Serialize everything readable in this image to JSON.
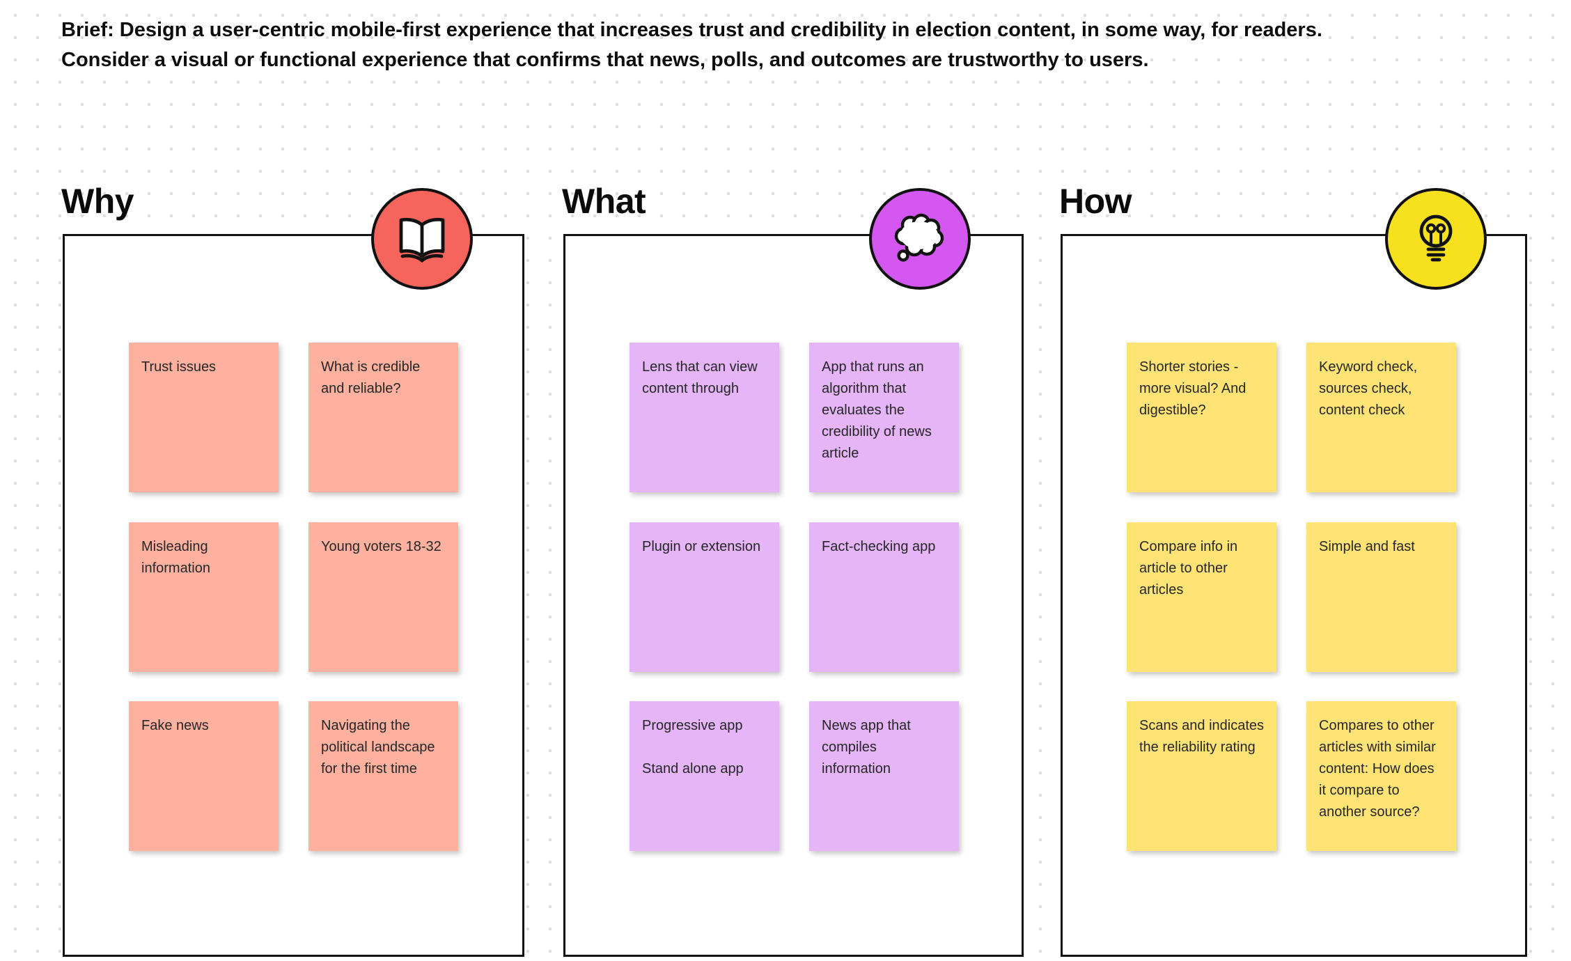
{
  "brief": {
    "line1": "Brief: Design a user-centric mobile-first experience that increases trust and credibility in election content, in some way, for readers.",
    "line2": "Consider a visual or functional experience that confirms that news, polls, and outcomes are trustworthy to users."
  },
  "columns": [
    {
      "title": "Why",
      "icon": "book-icon",
      "badge_color": "#F5655B",
      "sticky_color": "#FFB1A0",
      "notes": [
        "Trust issues",
        "What is credible and reliable?",
        "Misleading information",
        "Young voters 18-32",
        "Fake news",
        "Navigating the political landscape for the first time"
      ]
    },
    {
      "title": "What",
      "icon": "thought-bubble-icon",
      "badge_color": "#D357F0",
      "sticky_color": "#E5B5F7",
      "notes": [
        "Lens that can view content through",
        "App that runs an algorithm that evaluates the credibility of news article",
        "Plugin or extension",
        "Fact-checking app",
        "Progressive app\n\nStand alone app",
        "News app that compiles information"
      ]
    },
    {
      "title": "How",
      "icon": "lightbulb-icon",
      "badge_color": "#F7E11E",
      "sticky_color": "#FFE375",
      "notes": [
        "Shorter stories - more visual? And digestible?",
        "Keyword check, sources check, content check",
        "Compare info in article to other articles",
        "Simple and fast",
        "Scans and indicates the reliability rating",
        "Compares to other articles with similar content: How does it compare to another source?"
      ]
    }
  ]
}
